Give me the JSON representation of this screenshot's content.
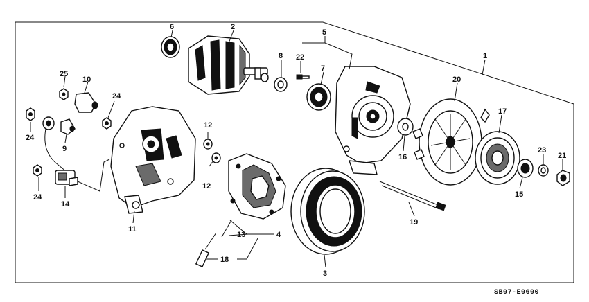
{
  "diagram_code": "SB07-E0600",
  "callouts": {
    "c1": "1",
    "c2": "2",
    "c3": "3",
    "c4": "4",
    "c5": "5",
    "c6": "6",
    "c7": "7",
    "c8": "8",
    "c9": "9",
    "c10": "10",
    "c11": "11",
    "c12a": "12",
    "c12b": "12",
    "c13": "13",
    "c14": "14",
    "c15": "15",
    "c16": "16",
    "c17": "17",
    "c18": "18",
    "c19": "19",
    "c20": "20",
    "c21": "21",
    "c22": "22",
    "c23": "23",
    "c24a": "24",
    "c24b": "24",
    "c24c": "24",
    "c25": "25"
  }
}
